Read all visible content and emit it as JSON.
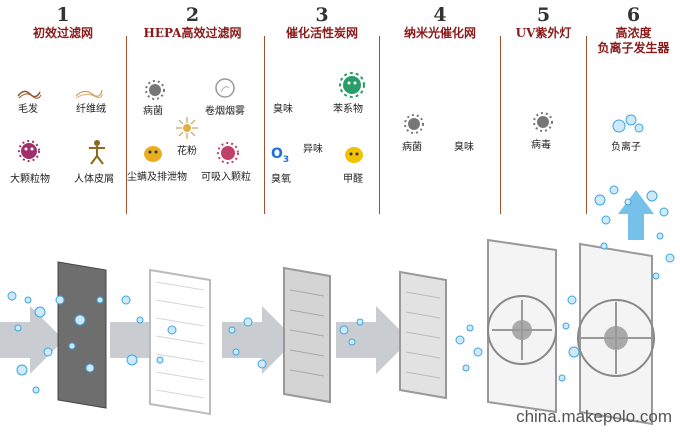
{
  "colors": {
    "title": "#8b1a1a",
    "separator": "#a0522d",
    "arrow": "#c9ccd0",
    "bubble": "#3aa6e0"
  },
  "stages": [
    {
      "number": "1",
      "title": "初效过滤网",
      "items": [
        {
          "label": "毛发",
          "icon": "hair-icon"
        },
        {
          "label": "纤维绒",
          "icon": "fiber-icon"
        },
        {
          "label": "大颗粒物",
          "icon": "large-particle-icon"
        },
        {
          "label": "人体皮屑",
          "icon": "dander-figure-icon"
        }
      ]
    },
    {
      "number": "2",
      "title": "HEPA高效过滤网",
      "items": [
        {
          "label": "病菌",
          "icon": "germ-icon"
        },
        {
          "label": "卷烟烟雾",
          "icon": "smoke-icon"
        },
        {
          "label": "花粉",
          "icon": "pollen-icon"
        },
        {
          "label": "尘螨及排泄物",
          "icon": "dust-mite-icon"
        },
        {
          "label": "可吸入颗粒",
          "icon": "inhalable-particle-icon"
        }
      ]
    },
    {
      "number": "3",
      "title": "催化活性炭网",
      "items": [
        {
          "label": "臭味",
          "icon": "odor-label"
        },
        {
          "label": "苯系物",
          "icon": "benzene-icon"
        },
        {
          "label": "异味",
          "icon": "odor-label"
        },
        {
          "label": "O",
          "icon": "ozone-icon",
          "sub": "3"
        },
        {
          "label": "臭氧",
          "icon": "ozone-label"
        },
        {
          "label": "甲醛",
          "icon": "formaldehyde-icon"
        }
      ]
    },
    {
      "number": "4",
      "title": "纳米光催化网",
      "items": [
        {
          "label": "病菌",
          "icon": "germ-icon"
        },
        {
          "label": "臭味",
          "icon": "odor-label"
        }
      ]
    },
    {
      "number": "5",
      "title": "UV紫外灯",
      "items": [
        {
          "label": "病毒",
          "icon": "virus-icon"
        }
      ]
    },
    {
      "number": "6",
      "title_line1": "高浓度",
      "title_line2": "负离子发生器",
      "items": [
        {
          "label": "负离子",
          "icon": "negative-ion-icon"
        }
      ]
    }
  ],
  "watermark": "china.makepolo.com"
}
